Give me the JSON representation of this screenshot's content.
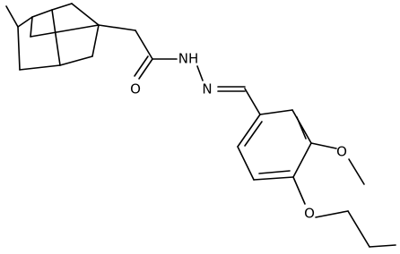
{
  "molecule": {
    "atoms": {
      "carbonyl_oxygen": "O",
      "hydrazide_nh": "NH",
      "hydrazide_n": "N",
      "hydrazide_h": "H",
      "methoxy_oxygen": "O",
      "propoxy_oxygen": "O"
    }
  },
  "colors": {
    "bond": "#000000",
    "background": "#ffffff"
  }
}
